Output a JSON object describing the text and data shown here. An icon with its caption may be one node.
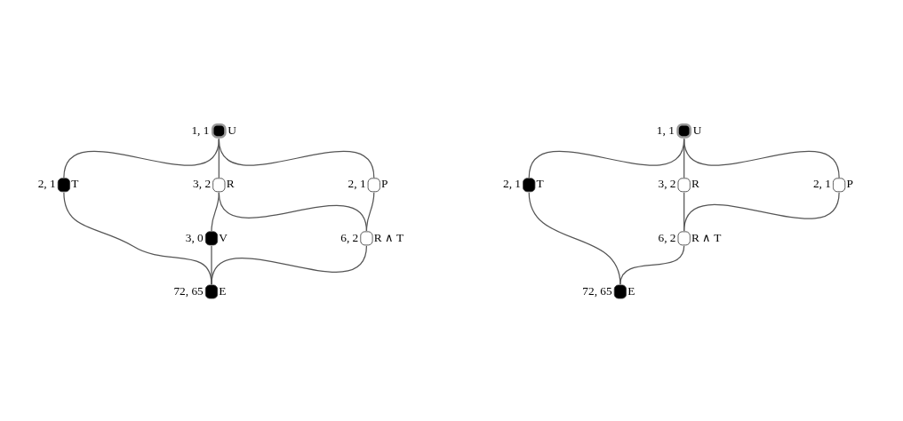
{
  "diagram": {
    "nodes": [
      {
        "text": [],
        "shape": "circle",
        "beside": [
          "1, 1",
          "U"
        ]
      },
      {
        "text": [],
        "shape": "circle",
        "beside": [
          "2, 1",
          "T"
        ]
      },
      {
        "text": [],
        "shape": "circle",
        "beside": [
          "3, 2",
          "R"
        ]
      },
      {
        "text": [],
        "shape": "circle",
        "beside": [
          "2, 1",
          "P"
        ]
      },
      {
        "text": [],
        "shape": "circle",
        "beside": [
          "3, 0",
          "V"
        ]
      },
      {
        "text": [],
        "shape": "circle",
        "beside": [
          "6, 2",
          "R ∧ T"
        ]
      },
      {
        "text": [],
        "shape": "circle",
        "beside": [
          "72, 65",
          "E"
        ]
      },
      {
        "text": [],
        "shape": "circle",
        "beside": [
          "1, 1",
          "U"
        ]
      },
      {
        "text": [],
        "shape": "circle",
        "beside": [
          "2, 1",
          "T"
        ]
      },
      {
        "text": [],
        "shape": "circle",
        "beside": [
          "3, 2",
          "R"
        ]
      },
      {
        "text": [],
        "shape": "circle",
        "beside": [
          "2, 1",
          "P"
        ]
      },
      {
        "text": [],
        "shape": "circle",
        "beside": [
          "6, 2",
          "R ∧ T"
        ]
      },
      {
        "text": [],
        "shape": "circle",
        "beside": [
          "72, 65",
          "E"
        ]
      }
    ],
    "edges": [
      {
        "from": 0,
        "to": 1,
        "arrow": "none"
      },
      {
        "from": 0,
        "to": 2,
        "arrow": "none"
      },
      {
        "from": 0,
        "to": 3,
        "arrow": "none"
      },
      {
        "from": 1,
        "to": 6,
        "arrow": "none"
      },
      {
        "from": 2,
        "to": 4,
        "arrow": "none"
      },
      {
        "from": 2,
        "to": 5,
        "arrow": "none"
      },
      {
        "from": 3,
        "to": 5,
        "arrow": "none"
      },
      {
        "from": 4,
        "to": 6,
        "arrow": "none"
      },
      {
        "from": 5,
        "to": 6,
        "arrow": "none"
      },
      {
        "from": 7,
        "to": 8,
        "arrow": "none"
      },
      {
        "from": 7,
        "to": 9,
        "arrow": "none"
      },
      {
        "from": 7,
        "to": 10,
        "arrow": "none"
      },
      {
        "from": 8,
        "to": 12,
        "arrow": "none"
      },
      {
        "from": 9,
        "to": 11,
        "arrow": "none"
      },
      {
        "from": 10,
        "to": 11,
        "arrow": "none"
      },
      {
        "from": 11,
        "to": 12,
        "arrow": "none"
      }
    ]
  }
}
